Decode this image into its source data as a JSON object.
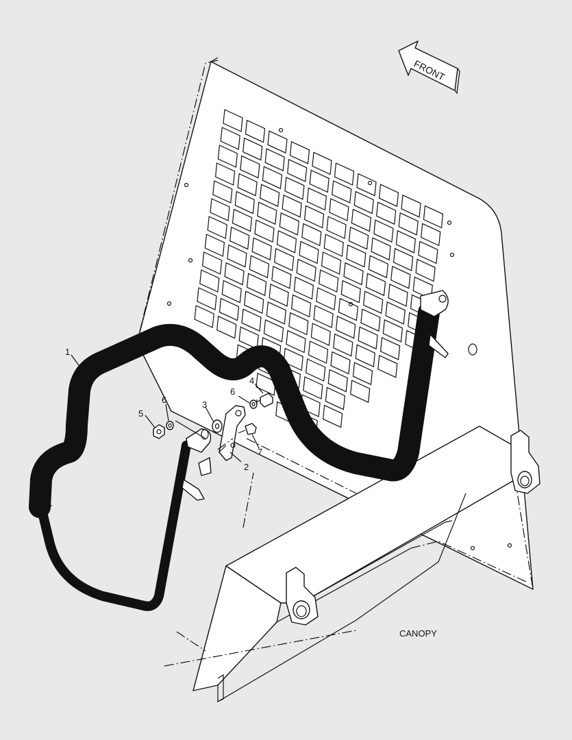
{
  "front_arrow": {
    "label": "FRONT"
  },
  "assembly_label": "CANOPY",
  "callouts": {
    "c1": "1",
    "c2": "2",
    "c3": "3",
    "c4": "4",
    "c5": "5",
    "c6a": "6",
    "c6b": "6",
    "c7": "7"
  },
  "colors": {
    "background": "#e9e9e9",
    "line": "#111111",
    "fill": "#ffffff"
  }
}
